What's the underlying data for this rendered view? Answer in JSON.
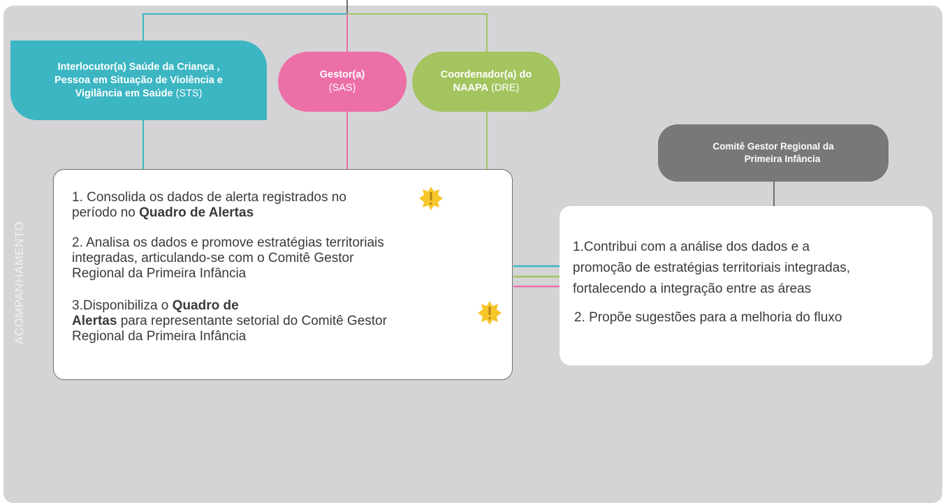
{
  "side_label": "ACOMPANHAMENTO",
  "interlocutor": {
    "line1": "Interlocutor(a) Saúde da Criança ,",
    "line2": "Pessoa em Situação de Violência e",
    "line3_bold": "Vigilância em Saúde",
    "line3_normal": "(STS)"
  },
  "gestor": {
    "title": "Gestor(a)",
    "subtitle": "(SAS)"
  },
  "coordenador": {
    "line1": "Coordenador(a) do",
    "line2_bold": "NAAPA",
    "line2_normal": "(DRE)"
  },
  "comite": {
    "line1": "Comitê Gestor Regional  da",
    "line2": "Primeira Infância"
  },
  "left_card": {
    "item1_line1": "1. Consolida os dados de alerta registrados no",
    "item1_line2_prefix": "período no",
    "item1_line2_bold": "Quadro de Alertas",
    "item2_line1": "2. Analisa os dados e promove estratégias territoriais",
    "item2_line2": "integradas, articulando-se com o Comitê Gestor",
    "item2_line3": "Regional da Primeira Infância",
    "item3_line1_prefix": "3.Disponibiliza o",
    "item3_line1_bold": "Quadro de",
    "item3_line2_bold": "Alertas",
    "item3_line2_rest": "para  representante setorial do Comitê Gestor",
    "item3_line3": "Regional da Primeira Infância"
  },
  "right_card": {
    "item1_line1": "1.Contribui com a análise dos dados e a",
    "item1_line2": "promoção de estratégias territoriais integradas,",
    "item1_line3": "fortalecendo a integração entre as áreas",
    "item2": "2. Propõe sugestões para a melhoria do fluxo"
  },
  "icons": {
    "alert": "alert-star-icon"
  },
  "colors": {
    "teal": "#3cb6c3",
    "pink": "#ec6fa7",
    "green": "#a4c460",
    "gray_box": "#78787a",
    "panel": "#d4d4d6",
    "alert_yellow": "#f7c62a"
  }
}
